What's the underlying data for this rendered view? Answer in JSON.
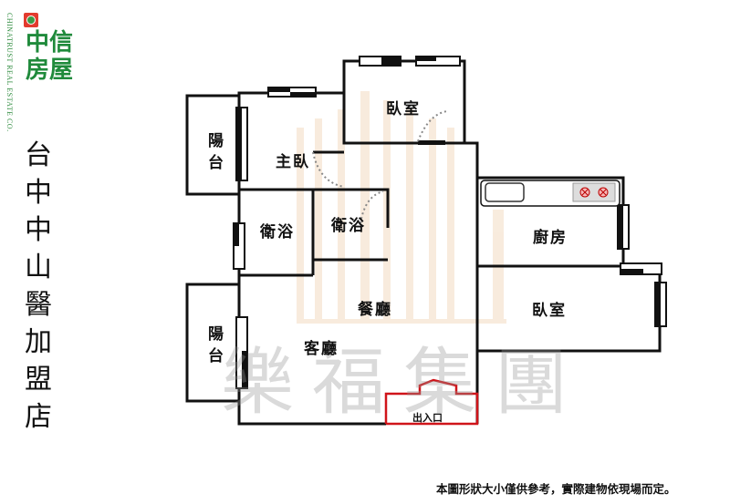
{
  "brand": {
    "logo_text": "中信房屋",
    "logo_line1": "中信",
    "logo_line2": "房屋",
    "logo_subtitle": "CHINATRUST REAL ESTATE CO.",
    "brand_color": "#1f8a3b",
    "logo_accent": "#e23b2e"
  },
  "branch": {
    "name": "台中中山醫加盟店",
    "chars": [
      "台",
      "中",
      "中",
      "山",
      "醫",
      "加",
      "盟",
      "店"
    ]
  },
  "floorplan": {
    "rooms": {
      "balcony_top": "陽台",
      "master_bedroom": "主臥",
      "bedroom_top": "臥室",
      "bathroom_left": "衛浴",
      "bathroom_right": "衛浴",
      "kitchen": "廚房",
      "bedroom_right": "臥室",
      "dining": "餐廳",
      "living": "客廳",
      "balcony_bottom": "陽台"
    },
    "entrance": "出入口",
    "entrance_color": "#d0141a",
    "watermark": "樂福集團"
  },
  "disclaimer": "本圖形狀大小僅供參考，實際建物依現場而定。"
}
